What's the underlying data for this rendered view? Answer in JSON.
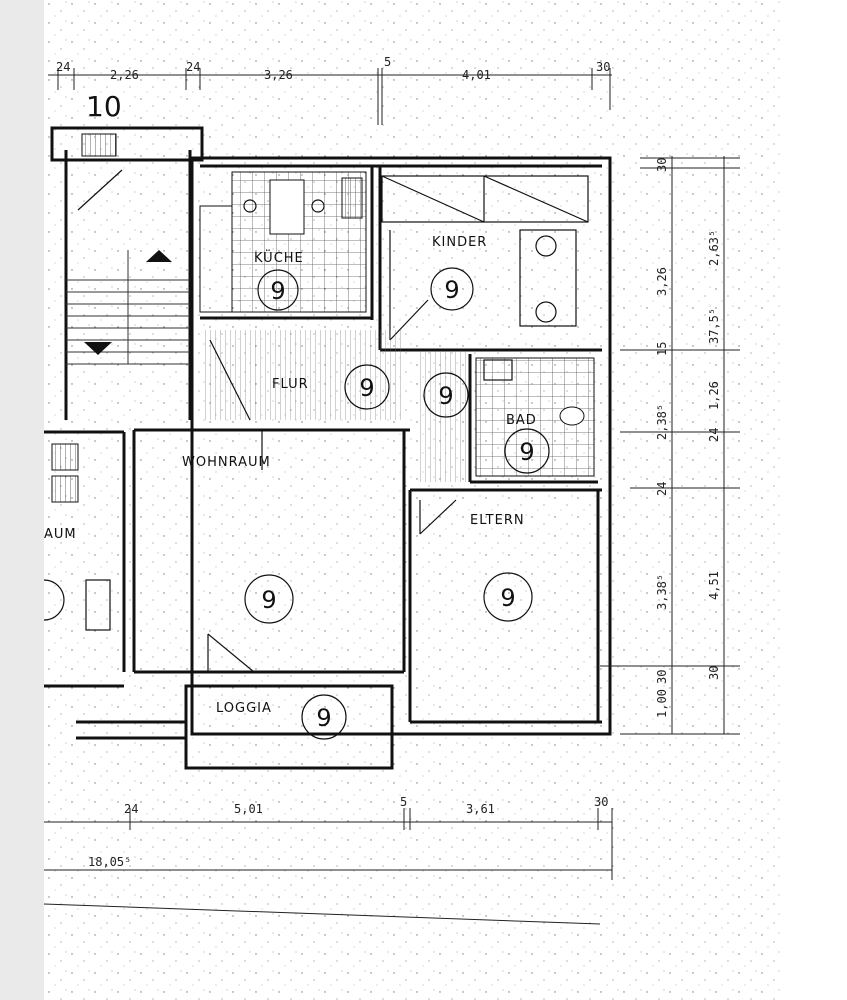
{
  "plan": {
    "unit_number": "10",
    "rooms": {
      "kitchen": "KÜCHE",
      "children": "KINDER",
      "hall": "FLUR",
      "bath": "BAD",
      "living": "WOHNRAUM",
      "parents": "ELTERN",
      "loggia": "LOGGIA",
      "neighbor_partial": "AUM"
    },
    "circle_marker": "9",
    "dims_top": [
      "24",
      "2,26",
      "24",
      "3,26",
      "5",
      "4,01",
      "30"
    ],
    "dims_bottom": [
      "24",
      "5,01",
      "5",
      "3,61",
      "30"
    ],
    "dim_total_bottom": "18,05⁵",
    "dims_right_outer": [
      "30",
      "2,63⁵",
      "1,26",
      "24",
      "4,51",
      "30"
    ],
    "dims_right_inner": [
      "3,26",
      "15",
      "2,38⁵",
      "24",
      "3,38⁵",
      "1,00",
      "30"
    ],
    "dim_right_small": "37,5⁵"
  }
}
